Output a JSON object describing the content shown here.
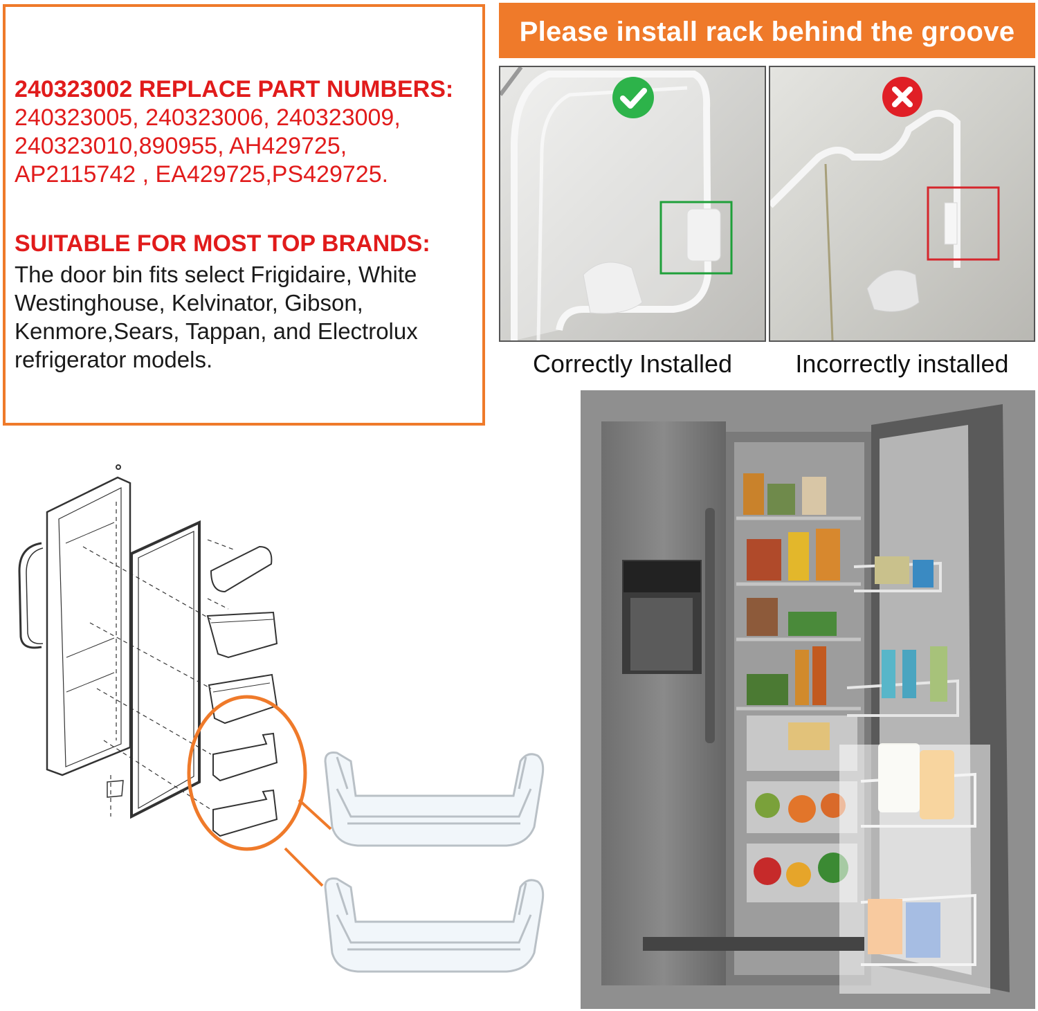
{
  "info": {
    "part_heading": "240323002 REPLACE PART NUMBERS:",
    "part_lines": [
      "240323005, 240323006, 240323009,",
      "240323010,890955, AH429725,",
      "AP2115742 , EA429725,PS429725."
    ],
    "brand_heading": "SUITABLE FOR MOST TOP BRANDS:",
    "brand_lines": [
      "The door bin fits select Frigidaire, White",
      "Westinghouse, Kelvinator, Gibson,",
      "Kenmore,Sears, Tappan, and Electrolux",
      "refrigerator models."
    ]
  },
  "banner": {
    "text": "Please install rack behind the groove"
  },
  "install": {
    "correct_caption": "Correctly Installed",
    "incorrect_caption": "Incorrectly installed"
  },
  "colors": {
    "accent": "#ef7a2a",
    "red_text": "#e11b1b",
    "correct_green": "#2db34a",
    "incorrect_red": "#e01f26"
  },
  "icons": {
    "correct": "check-circle-icon",
    "incorrect": "x-circle-icon"
  }
}
